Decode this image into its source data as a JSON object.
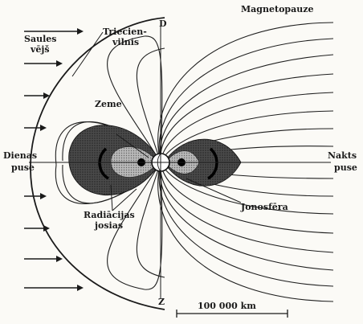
{
  "labels": {
    "magnetopause": "Magnetopauze",
    "bow_shock_line1": "Triecien-",
    "bow_shock_line2": "vilnis",
    "solar_wind_line1": "Saules",
    "solar_wind_line2": "vējš",
    "earth": "Zeme",
    "day_side_line1": "Dienas",
    "day_side_line2": "puse",
    "night_side_line1": "Nakts",
    "night_side_line2": "puse",
    "radiation_belts_line1": "Radiācijas",
    "radiation_belts_line2": "josias",
    "ionosphere": "Jonosfēra",
    "north_axis": "D",
    "south_axis": "Z"
  },
  "scale_bar": {
    "label": "100 000 km"
  },
  "colors": {
    "ink": "#1a1a1a",
    "paper": "#fbfaf6",
    "belt_dark": "#3a3a3a",
    "belt_light": "#9a9a9a"
  }
}
